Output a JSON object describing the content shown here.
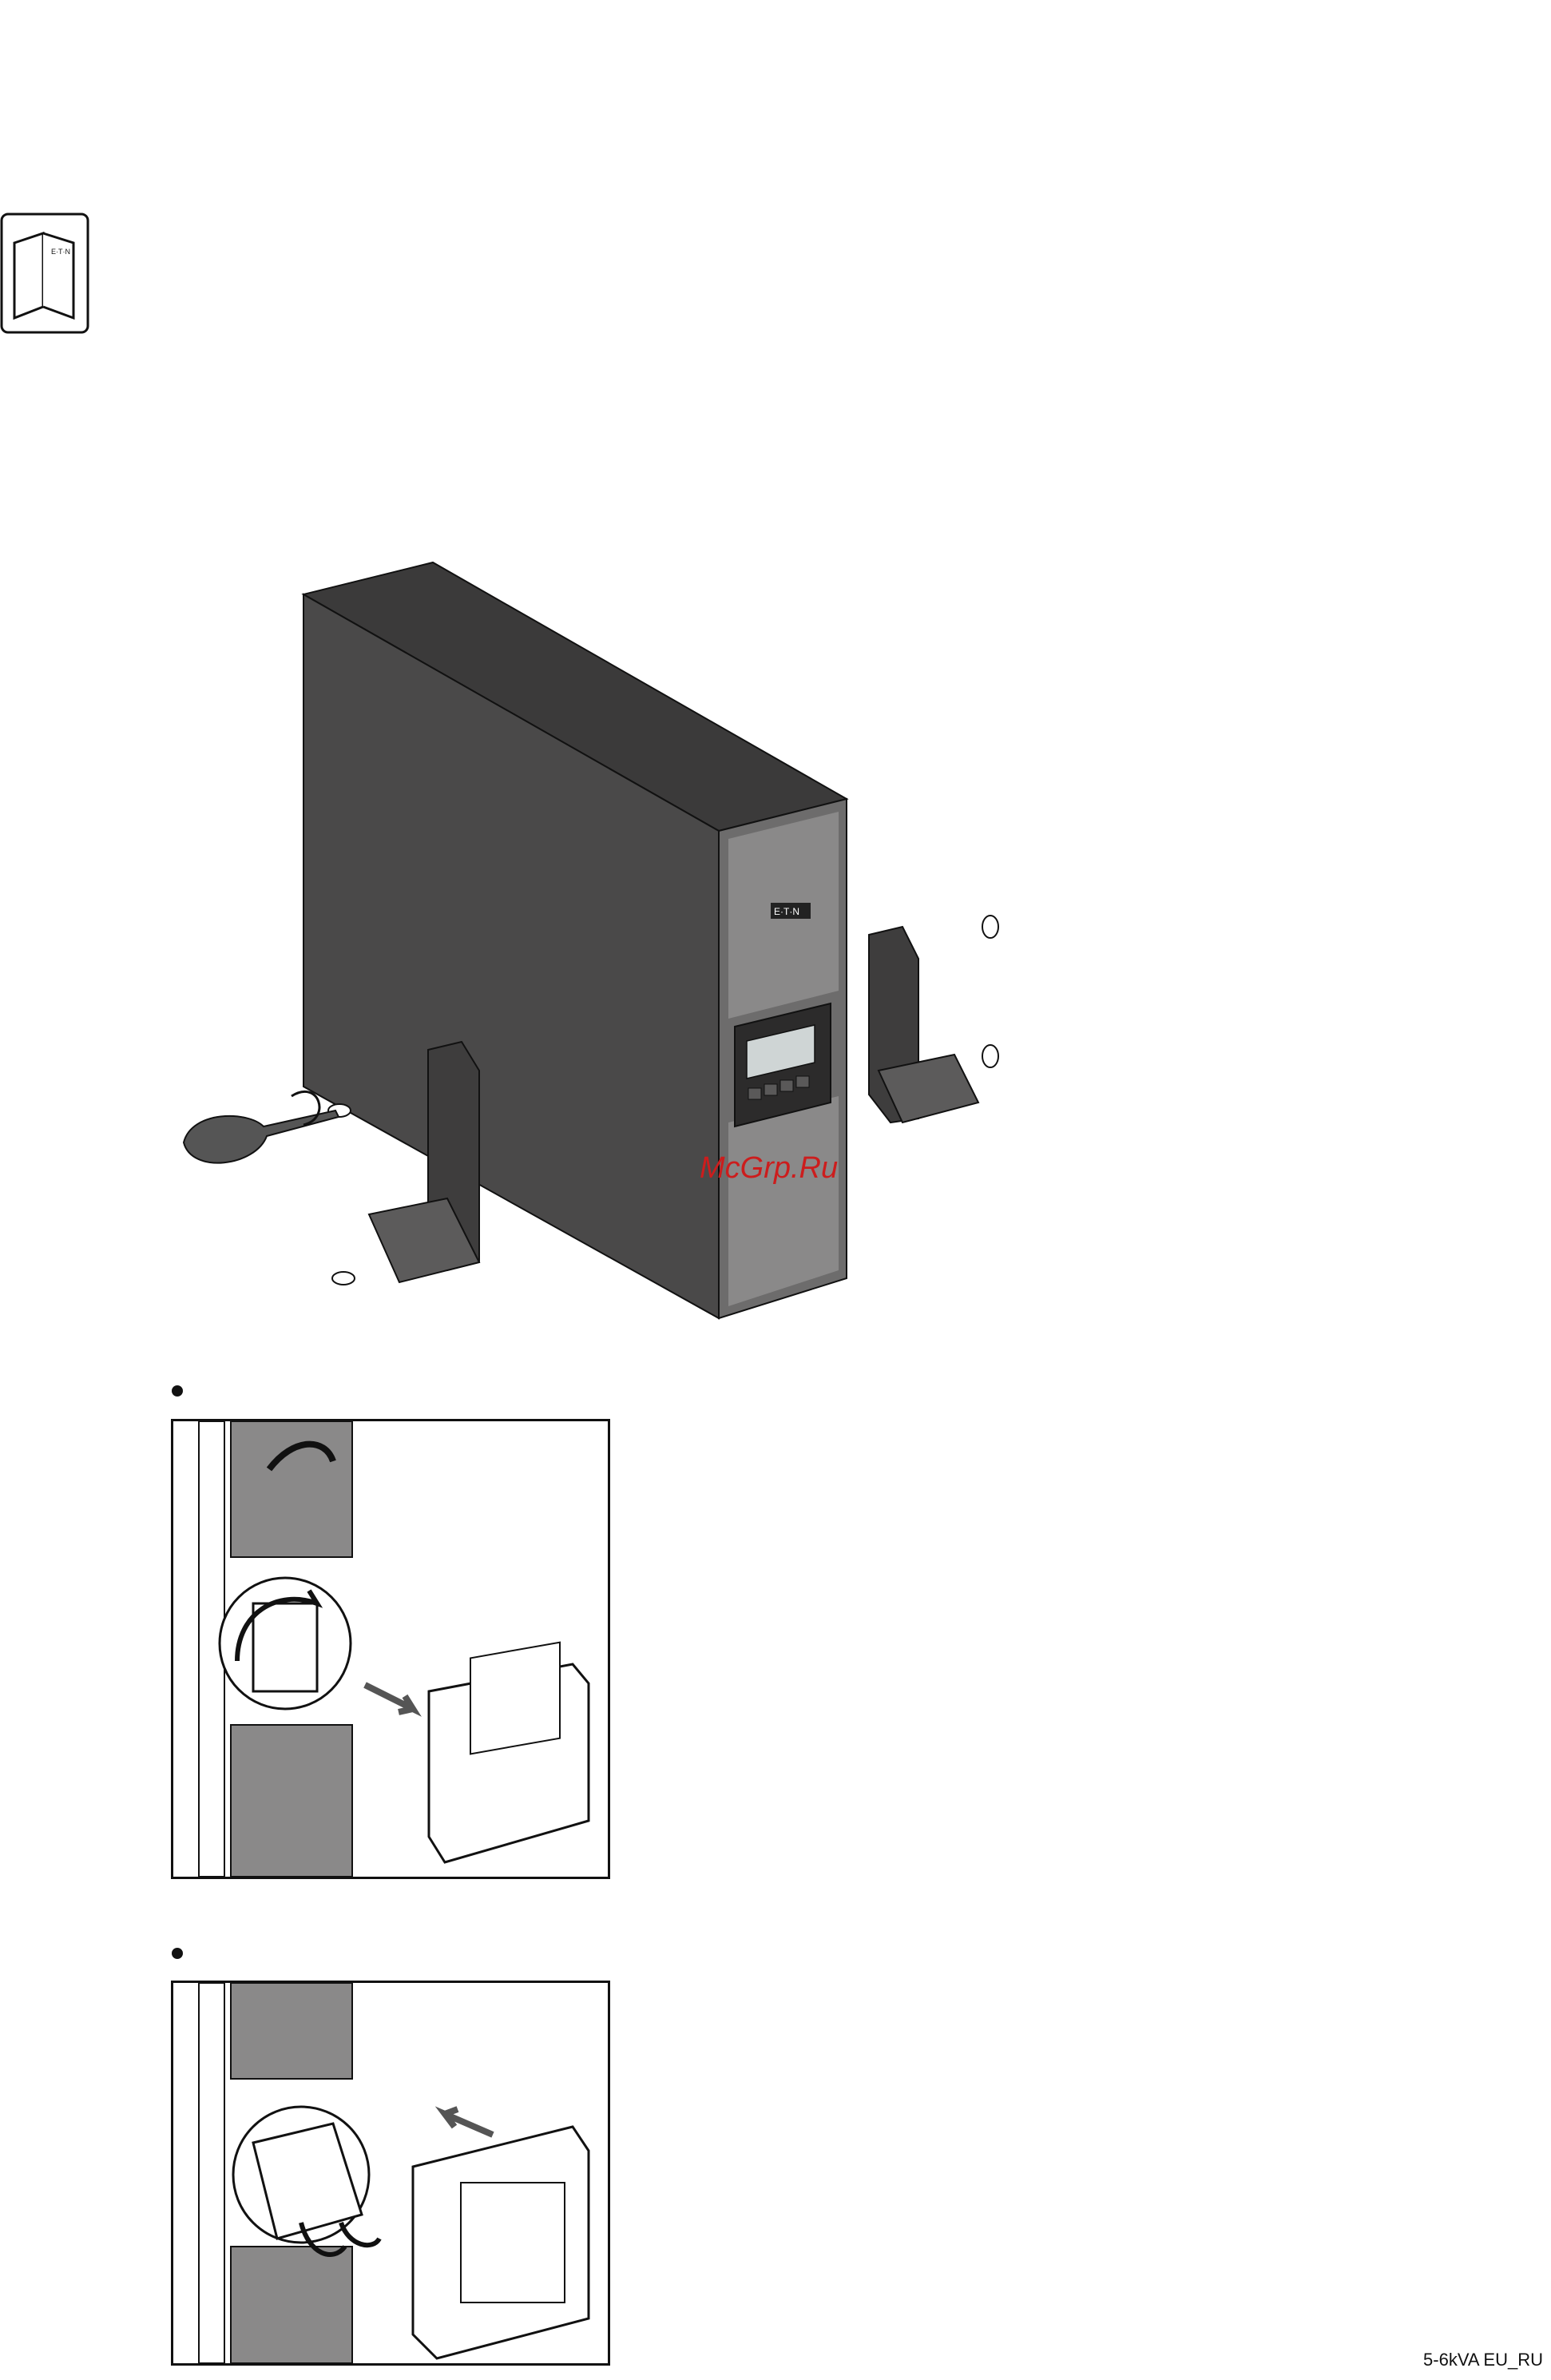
{
  "brand_plate": "E·T·N",
  "watermark": "McGrp.Ru",
  "footer": {
    "doc_code": "5-6kVA EU_RU"
  },
  "colors": {
    "cabinet_dark": "#4a4949",
    "cabinet_top": "#3b3a3a",
    "panel_grey": "#6d6c6c",
    "watermark_red": "#cc1d1d"
  },
  "icons": [
    "manual-book-icon",
    "screwdriver-icon",
    "screw-icon",
    "rotation-arrow-icon",
    "push-arrow-icon"
  ]
}
